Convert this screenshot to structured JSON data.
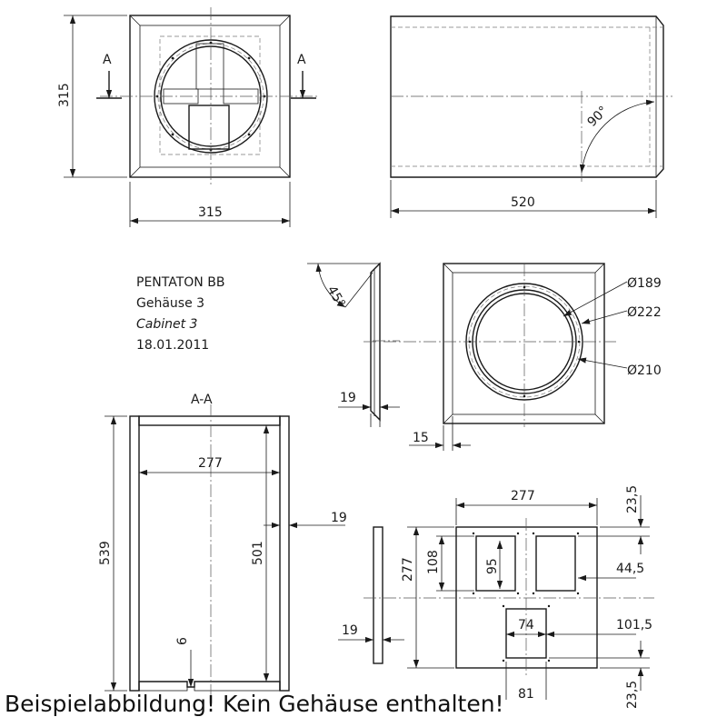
{
  "title_block": {
    "name": "PENTATON BB",
    "line_de": "Gehäuse 3",
    "line_en": "Cabinet 3",
    "date": "18.01.2011"
  },
  "section_mark": "A",
  "section_title": "A-A",
  "dimensions": {
    "front_width": "315",
    "front_height": "315",
    "side_length": "520",
    "angle_side": "90°",
    "angle_bevel": "45°",
    "dia_189": "Ø189",
    "dia_222": "Ø222",
    "dia_210": "Ø210",
    "baffle_thickness": "19",
    "bevel_15": "15",
    "section_inner_width": "277",
    "section_height": "539",
    "section_inner_height": "501",
    "section_wall": "19",
    "section_vent": "6",
    "back_width": "277",
    "back_height": "277",
    "back_thickness": "19",
    "back_top_margin": "23,5",
    "back_bottom_margin": "23,5",
    "cut_height_108": "108",
    "cut_height_95": "95",
    "cut_44_5": "44,5",
    "cut_74": "74",
    "cut_101_5": "101,5",
    "cut_81": "81"
  },
  "caption": "Beispielabbildung! Kein Gehäuse enthalten!"
}
